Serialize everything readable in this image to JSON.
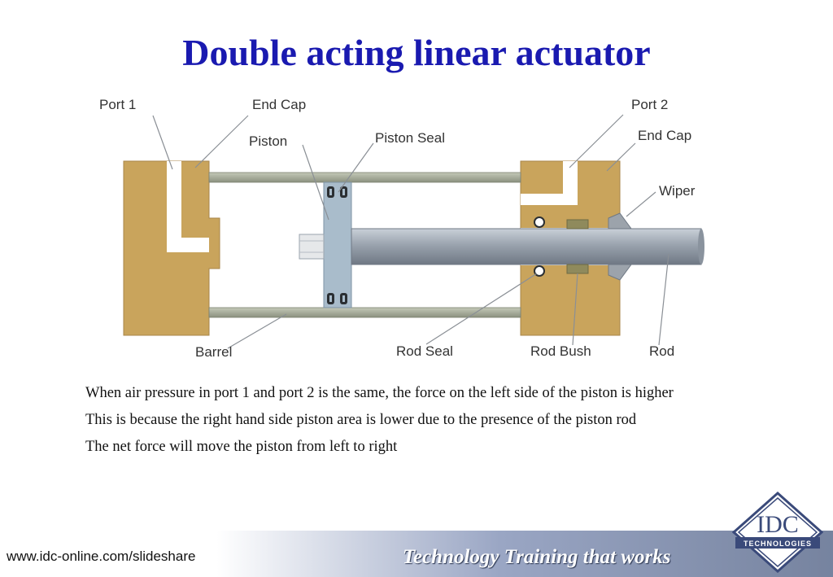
{
  "title": "Double acting linear actuator",
  "diagram": {
    "labels": {
      "port1": "Port 1",
      "end_cap_left": "End Cap",
      "piston": "Piston",
      "piston_seal": "Piston Seal",
      "port2": "Port 2",
      "end_cap_right": "End Cap",
      "wiper": "Wiper",
      "barrel": "Barrel",
      "rod_seal": "Rod Seal",
      "rod_bush": "Rod Bush",
      "rod": "Rod"
    },
    "colors": {
      "end_cap": "#c9a45c",
      "barrel": "#a7ad9b",
      "rod": "#9aa3ae",
      "piston": "#a9bccb",
      "bush": "#8f8a5c"
    }
  },
  "body": {
    "p1": "When air pressure in port 1 and port 2 is the same, the force on the left side of the piston is higher",
    "p2": "This is because the right hand side piston area is lower due to the presence of the piston rod",
    "p3": "The net force will move the piston from left to right"
  },
  "footer": {
    "url": "www.idc-online.com/slideshare",
    "tagline": "Technology Training that works",
    "logo_main": "IDC",
    "logo_sub": "TECHNOLOGIES"
  }
}
